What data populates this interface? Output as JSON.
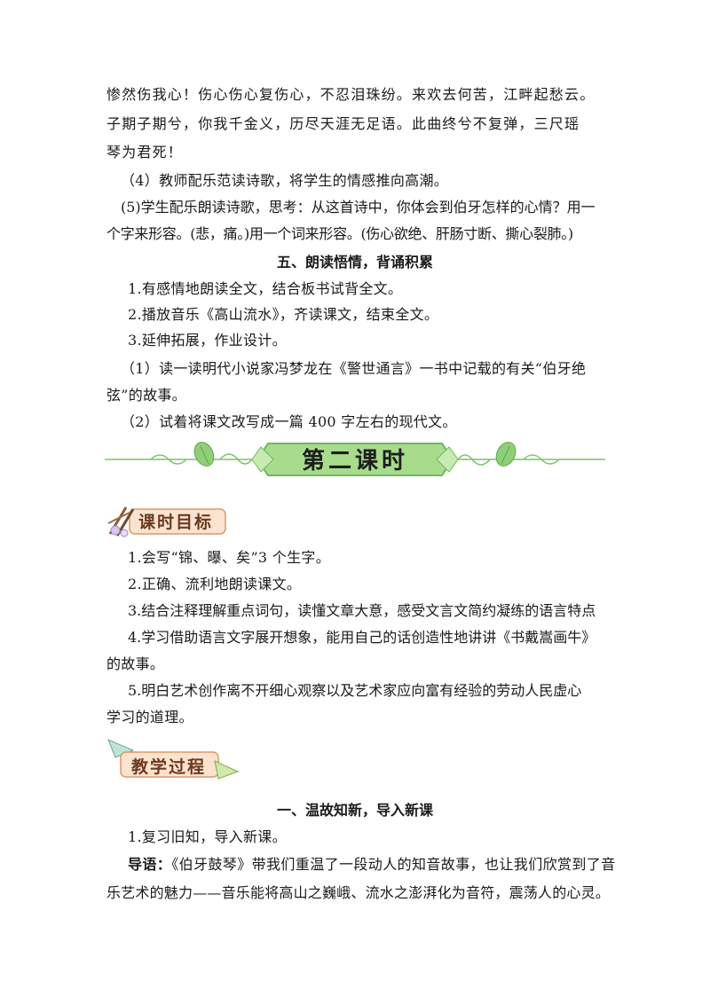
{
  "lines": {
    "l1": "惨然伤我心！伤心伤心复伤心，不忍泪珠纷。来欢去何苦，江畔起愁云。",
    "l2": "子期子期兮，你我千金义，历尽天涯无足语。此曲终兮不复弹，三尺瑶",
    "l3": "琴为君死！",
    "l4": "（4）教师配乐范读诗歌，将学生的情感推向高潮。",
    "l5a": "(5)学生配乐朗读诗歌，思考：从这首诗中，你体会到伯牙怎样的心情？用一",
    "l5b": "个字来形容。(悲，痛。)用一个词来形容。(伤心欲绝、肝肠寸断、撕心裂肺。)"
  },
  "section5": {
    "heading": "五、朗读悟情，背诵积累",
    "item1": "1.有感情地朗读全文，结合板书试背全文。",
    "item2": "2.播放音乐《高山流水》，齐读课文，结束全文。",
    "item3": "3.延伸拓展，作业设计。",
    "sub1a": "（1）读一读明代小说家冯梦龙在《警世通言》一书中记载的有关“伯牙绝",
    "sub1b": "弦”的故事。",
    "sub2": "（2）试着将课文改写成一篇 400 字左右的现代文。"
  },
  "banner": {
    "title": "第二课时"
  },
  "goals": {
    "tag": "课时目标",
    "g1": "1.会写“锦、曝、矣”3 个生字。",
    "g2": "2.正确、流利地朗读课文。",
    "g3": "3.结合注释理解重点词句，读懂文章大意，感受文言文简约凝练的语言特点",
    "g4a": "4.学习借助语言文字展开想象，能用自己的话创造性地讲讲《书戴嵩画牛》",
    "g4b": "的故事。",
    "g5a": "5.明白艺术创作离不开细心观察以及艺术家应向富有经验的劳动人民虚心",
    "g5b": "学习的道理。"
  },
  "process": {
    "tag": "教学过程",
    "heading": "一、温故知新，导入新课",
    "item1": "1.复习旧知，导入新课。",
    "lead": "导语：",
    "intro_a": "《伯牙鼓琴》带我们重温了一段动人的知音故事，也让我们欣赏到了音",
    "intro_b": "乐艺术的魅力——音乐能将高山之巍峨、流水之澎湃化为音符，震荡人的心灵。"
  },
  "colors": {
    "banner_green": "#a8dc8c",
    "banner_border": "#6fb85a",
    "tag_fill": "#fbe3cf",
    "tag_border": "#d99a6c",
    "vine": "#7cc36a"
  }
}
